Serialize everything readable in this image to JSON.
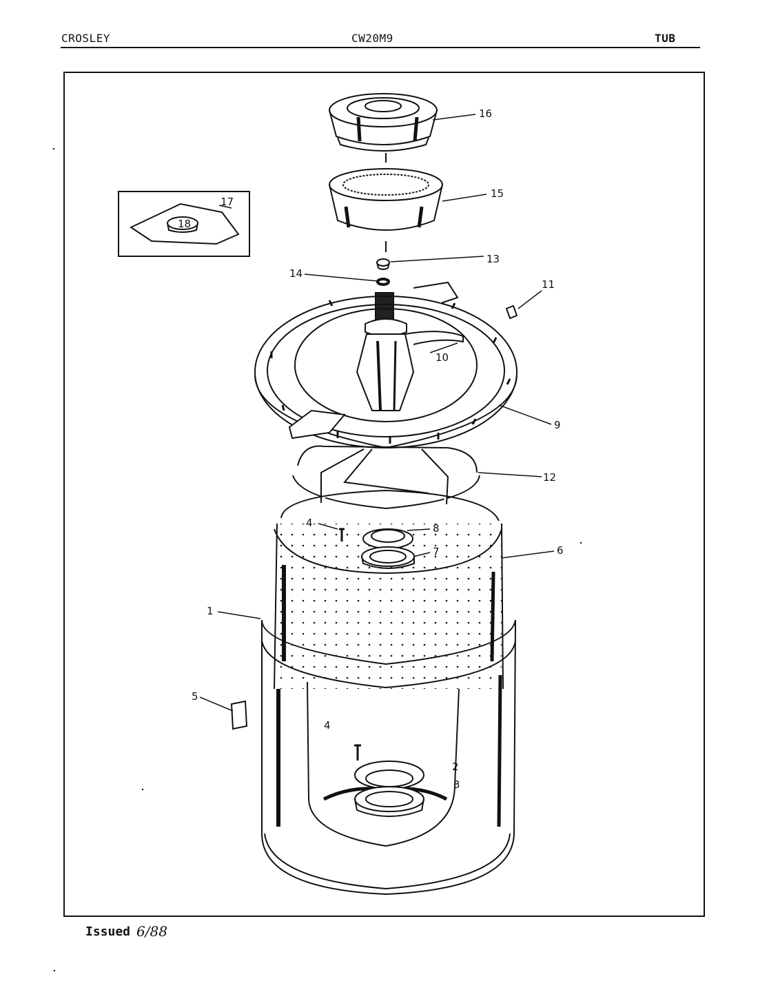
{
  "header": {
    "brand": "CROSLEY",
    "model": "CW20M9",
    "section": "TUB"
  },
  "footer": {
    "issued_label": "Issued",
    "issued_date": "6/88"
  },
  "callouts": {
    "c1": "1",
    "c2": "2",
    "c3": "3",
    "c4a": "4",
    "c4b": "4",
    "c5": "5",
    "c6": "6",
    "c7": "7",
    "c8": "8",
    "c9": "9",
    "c10": "10",
    "c11": "11",
    "c12": "12",
    "c13": "13",
    "c14": "14",
    "c15": "15",
    "c16": "16",
    "c17": "17",
    "c18": "18"
  },
  "colors": {
    "ink": "#111111",
    "paper": "#ffffff"
  }
}
